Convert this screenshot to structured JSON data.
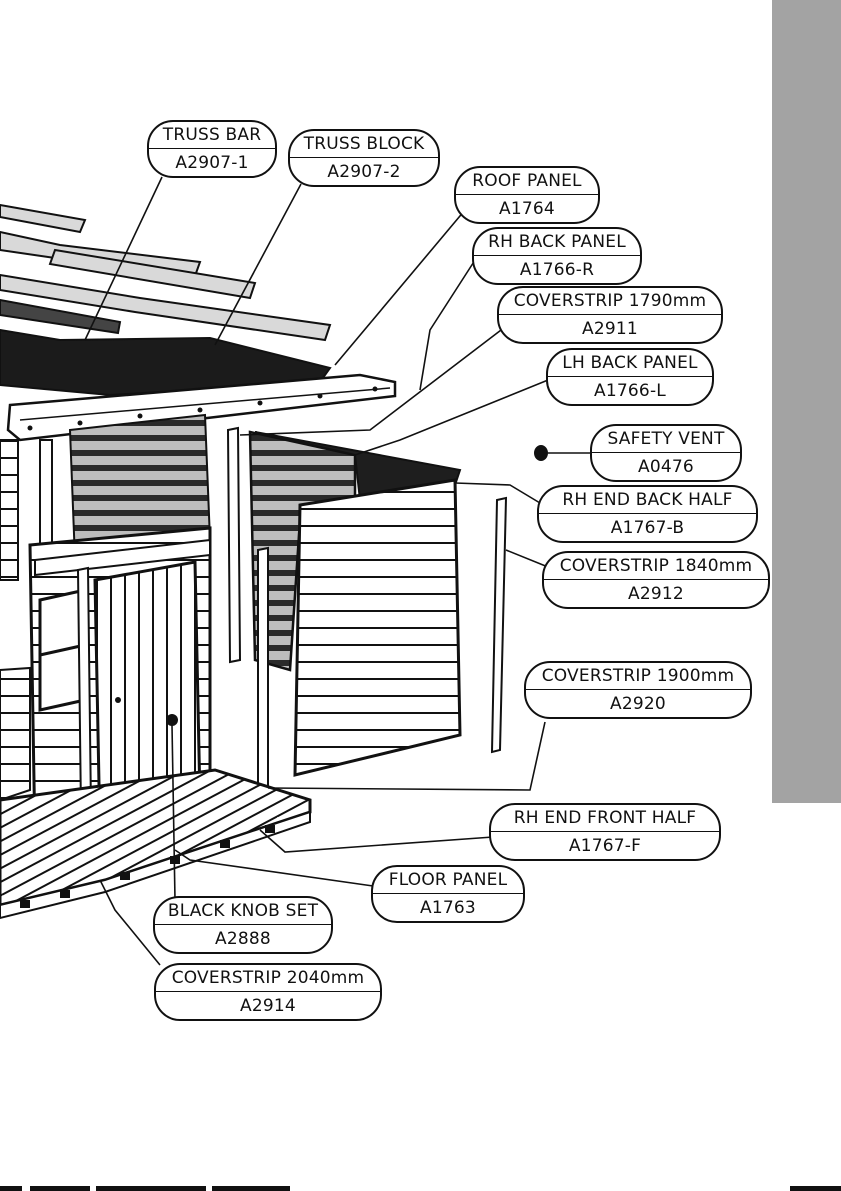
{
  "parts": [
    {
      "id": "truss-bar",
      "name": "TRUSS BAR",
      "code": "A2907-1"
    },
    {
      "id": "truss-block",
      "name": "TRUSS BLOCK",
      "code": "A2907-2"
    },
    {
      "id": "roof-panel",
      "name": "ROOF PANEL",
      "code": "A1764"
    },
    {
      "id": "rh-back-panel",
      "name": "RH BACK PANEL",
      "code": "A1766-R"
    },
    {
      "id": "coverstrip-1790",
      "name": "COVERSTRIP 1790mm",
      "code": "A2911"
    },
    {
      "id": "lh-back-panel",
      "name": "LH BACK PANEL",
      "code": "A1766-L"
    },
    {
      "id": "safety-vent",
      "name": "SAFETY VENT",
      "code": "A0476"
    },
    {
      "id": "rh-end-back-half",
      "name": "RH END  BACK HALF",
      "code": "A1767-B"
    },
    {
      "id": "coverstrip-1840",
      "name": "COVERSTRIP 1840mm",
      "code": "A2912"
    },
    {
      "id": "coverstrip-1900",
      "name": "COVERSTRIP 1900mm",
      "code": "A2920"
    },
    {
      "id": "rh-end-front-half",
      "name": "RH END  FRONT HALF",
      "code": "A1767-F"
    },
    {
      "id": "floor-panel",
      "name": "FLOOR PANEL",
      "code": "A1763"
    },
    {
      "id": "black-knob-set",
      "name": "BLACK KNOB SET",
      "code": "A2888"
    },
    {
      "id": "coverstrip-2040",
      "name": "COVERSTRIP 2040mm",
      "code": "A2914"
    }
  ],
  "colors": {
    "side_tab": "#a3a3a3",
    "ink": "#111111",
    "panel_grey": "#cfcfcf",
    "dark_panel": "#222222"
  }
}
